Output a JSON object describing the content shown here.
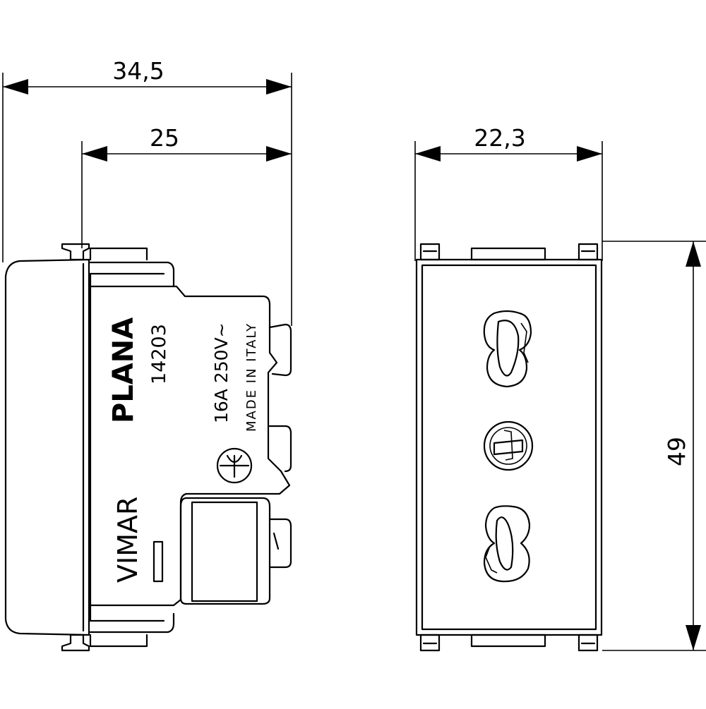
{
  "dimensions": {
    "side_total_depth": "34,5",
    "side_body_depth": "25",
    "front_width": "22,3",
    "front_height": "49"
  },
  "side_view": {
    "brand": "VIMAR",
    "series": "PLANA",
    "code": "14203",
    "rating": "16A 250V~",
    "origin": "MADE IN ITALY"
  },
  "colors": {
    "line": "#000000",
    "background": "#ffffff"
  }
}
